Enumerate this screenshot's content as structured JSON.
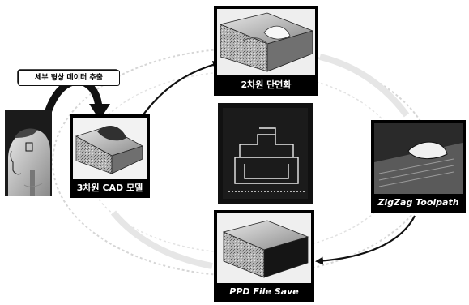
{
  "annotation": "세부 형상 데이터 추출",
  "cards": {
    "cad_model": "3차원 CAD 모델",
    "slicing": "2차원 단면화",
    "toolpath": "ZigZag Toolpath",
    "save": "PPD File Save"
  },
  "colors": {
    "arrow": "#111111",
    "card_frame": "#000000",
    "label_text": "#ffffff",
    "background": "#ffffff"
  },
  "icons": {
    "head": "human-head-profile",
    "cad": "3d-cad-block",
    "slice": "2d-section-block",
    "path": "zigzag-toolpath",
    "save": "ppd-block",
    "center": "cross-section-outline"
  }
}
